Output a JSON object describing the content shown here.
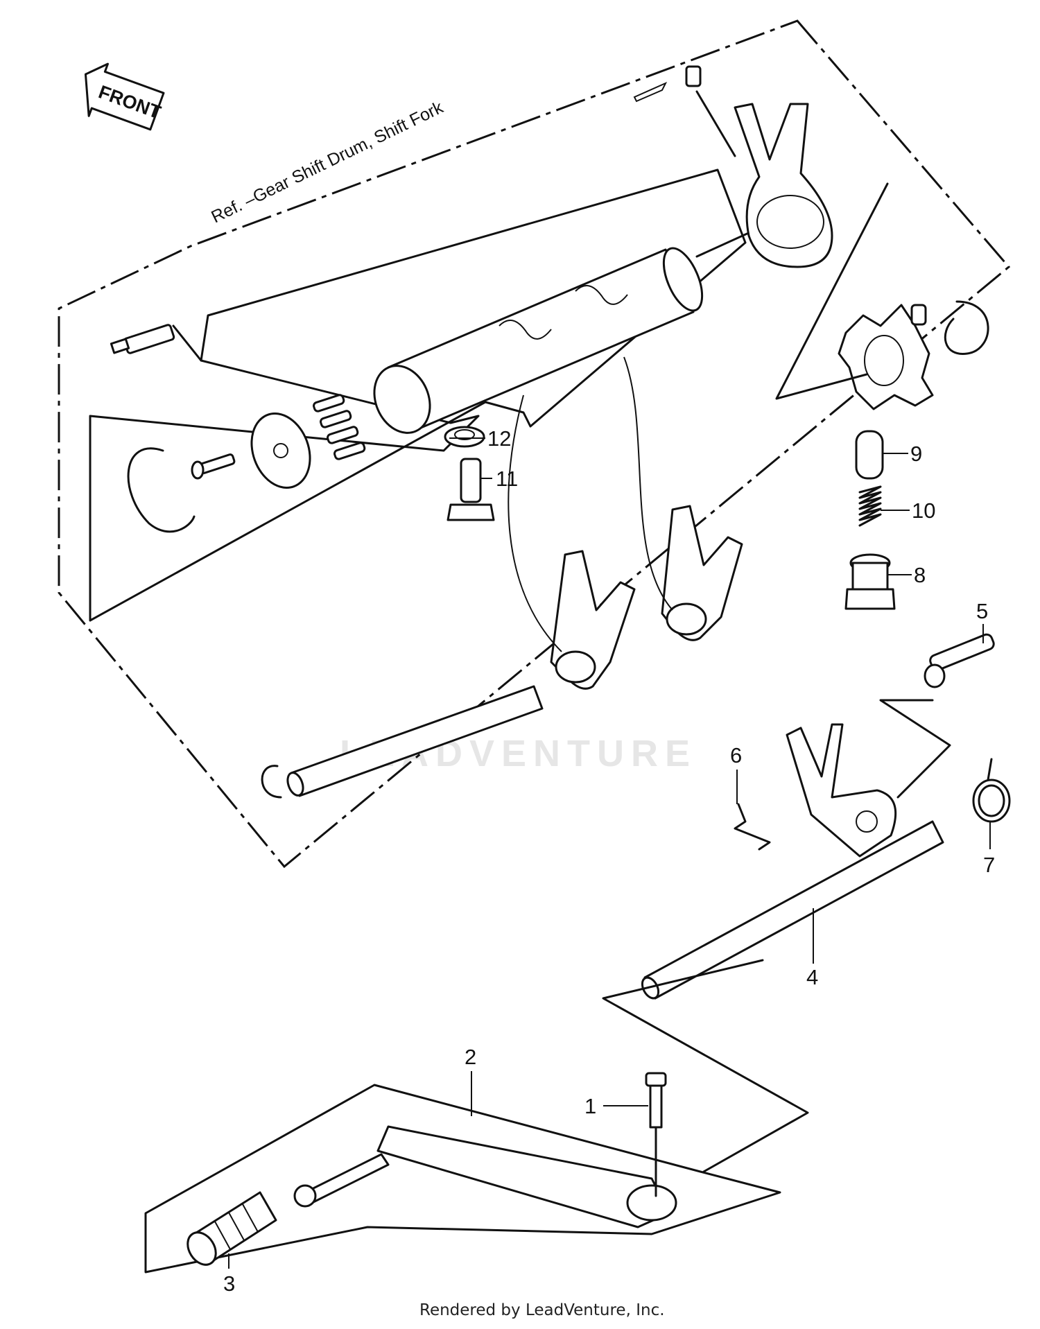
{
  "title": "",
  "front_label": "FRONT",
  "reference_note": "Ref. –Gear Shift Drum, Shift Fork",
  "watermark": "LEADVENTURE",
  "footer": "Rendered by LeadVenture, Inc.",
  "callouts": {
    "c1": "1",
    "c2": "2",
    "c3": "3",
    "c4": "4",
    "c5": "5",
    "c6": "6",
    "c7": "7",
    "c8": "8",
    "c9": "9",
    "c10": "10",
    "c11": "11",
    "c12": "12"
  }
}
